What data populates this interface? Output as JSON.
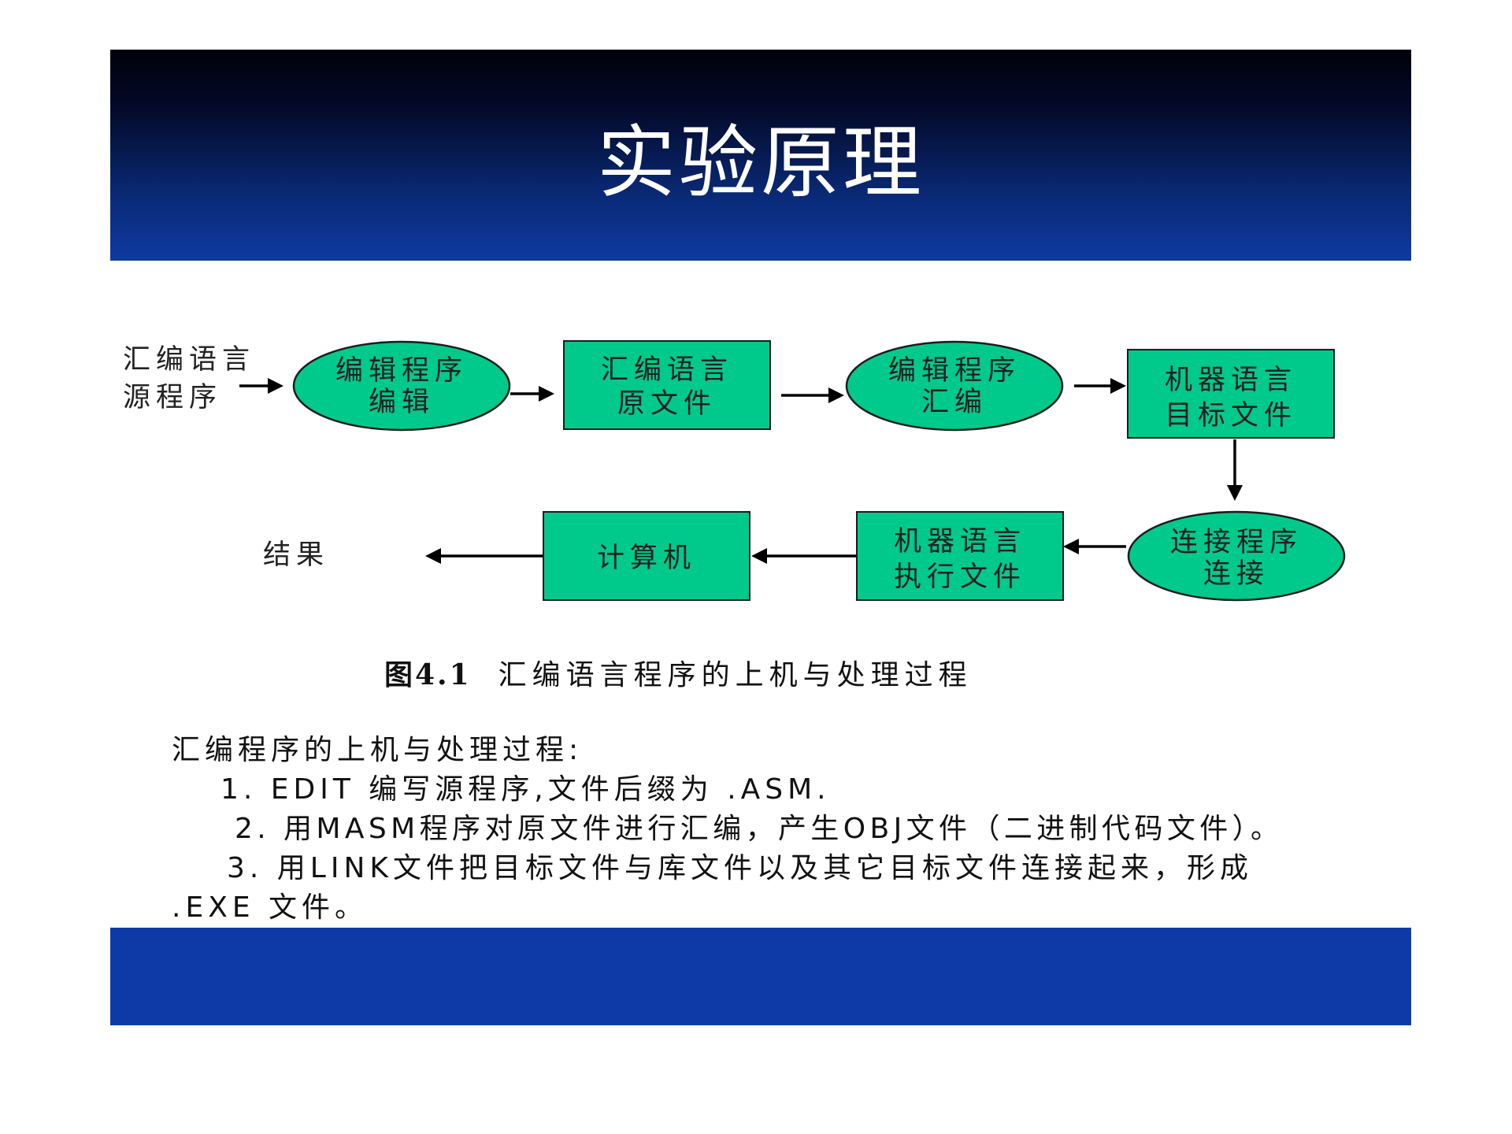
{
  "header": {
    "title": "实验原理"
  },
  "diagram": {
    "start_label": [
      "汇编语言",
      "源程序"
    ],
    "nodes": [
      {
        "id": "edit-program",
        "kind": "process",
        "lines": [
          "编辑程序",
          "编辑"
        ]
      },
      {
        "id": "asm-source-file",
        "kind": "file",
        "lines": [
          "汇编语言",
          "原文件"
        ]
      },
      {
        "id": "assembler",
        "kind": "process",
        "lines": [
          "编辑程序",
          "汇编"
        ]
      },
      {
        "id": "object-file",
        "kind": "file",
        "lines": [
          "机器语言",
          "目标文件"
        ]
      },
      {
        "id": "linker",
        "kind": "process",
        "lines": [
          "连接程序",
          "连接"
        ]
      },
      {
        "id": "executable-file",
        "kind": "file",
        "lines": [
          "机器语言",
          "执行文件"
        ]
      },
      {
        "id": "computer",
        "kind": "file",
        "lines": [
          "计算机"
        ]
      }
    ],
    "end_label": "结果",
    "colors": {
      "node_fill": "#00c98c",
      "node_stroke": "#1b1b1b",
      "arrow": "#000000"
    }
  },
  "figure": {
    "number": "图4.1",
    "caption": "汇编语言程序的上机与处理过程"
  },
  "notes": {
    "heading": "汇编程序的上机与处理过程:",
    "step1": "1. EDIT 编写源程序,文件后缀为 .ASM.",
    "step2": "2. 用MASM程序对原文件进行汇编，产生OBJ文件（二进制代码文件）。",
    "step3_line1": "3. 用LINK文件把目标文件与库文件以及其它目标文件连接起来，形成",
    "step3_line2": ".EXE 文件。"
  },
  "theme": {
    "header_gradient_top": "#00010a",
    "header_gradient_bottom": "#0e3aa0",
    "footer_band": "#0d3aa6"
  }
}
